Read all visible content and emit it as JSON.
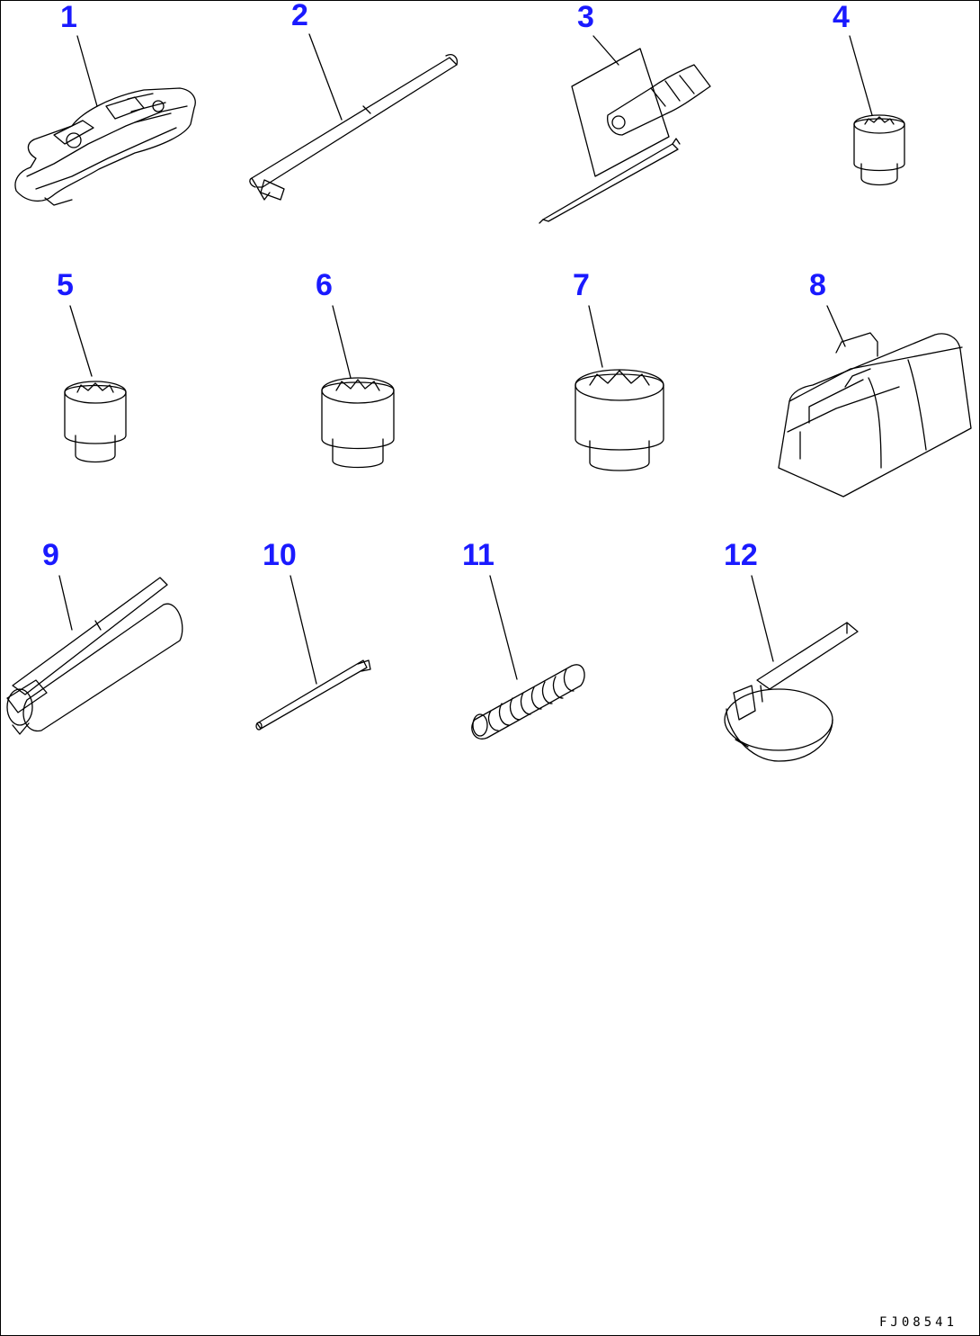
{
  "callouts": [
    "1",
    "2",
    "3",
    "4",
    "5",
    "6",
    "7",
    "8",
    "9",
    "10",
    "11",
    "12"
  ],
  "drawing_code": "FJ08541",
  "colors": {
    "callout": "#1a1aff",
    "line": "#000000",
    "background": "#ffffff"
  },
  "parts": [
    {
      "no": "1",
      "icon": "tool-set-icon"
    },
    {
      "no": "2",
      "icon": "wrench-bar-icon"
    },
    {
      "no": "3",
      "icon": "screwdriver-set-icon"
    },
    {
      "no": "4",
      "icon": "socket-icon"
    },
    {
      "no": "5",
      "icon": "socket-icon"
    },
    {
      "no": "6",
      "icon": "socket-icon"
    },
    {
      "no": "7",
      "icon": "socket-icon"
    },
    {
      "no": "8",
      "icon": "tool-bag-icon"
    },
    {
      "no": "9",
      "icon": "grease-gun-icon"
    },
    {
      "no": "10",
      "icon": "rod-icon"
    },
    {
      "no": "11",
      "icon": "spring-icon"
    },
    {
      "no": "12",
      "icon": "filter-wrench-icon"
    }
  ]
}
